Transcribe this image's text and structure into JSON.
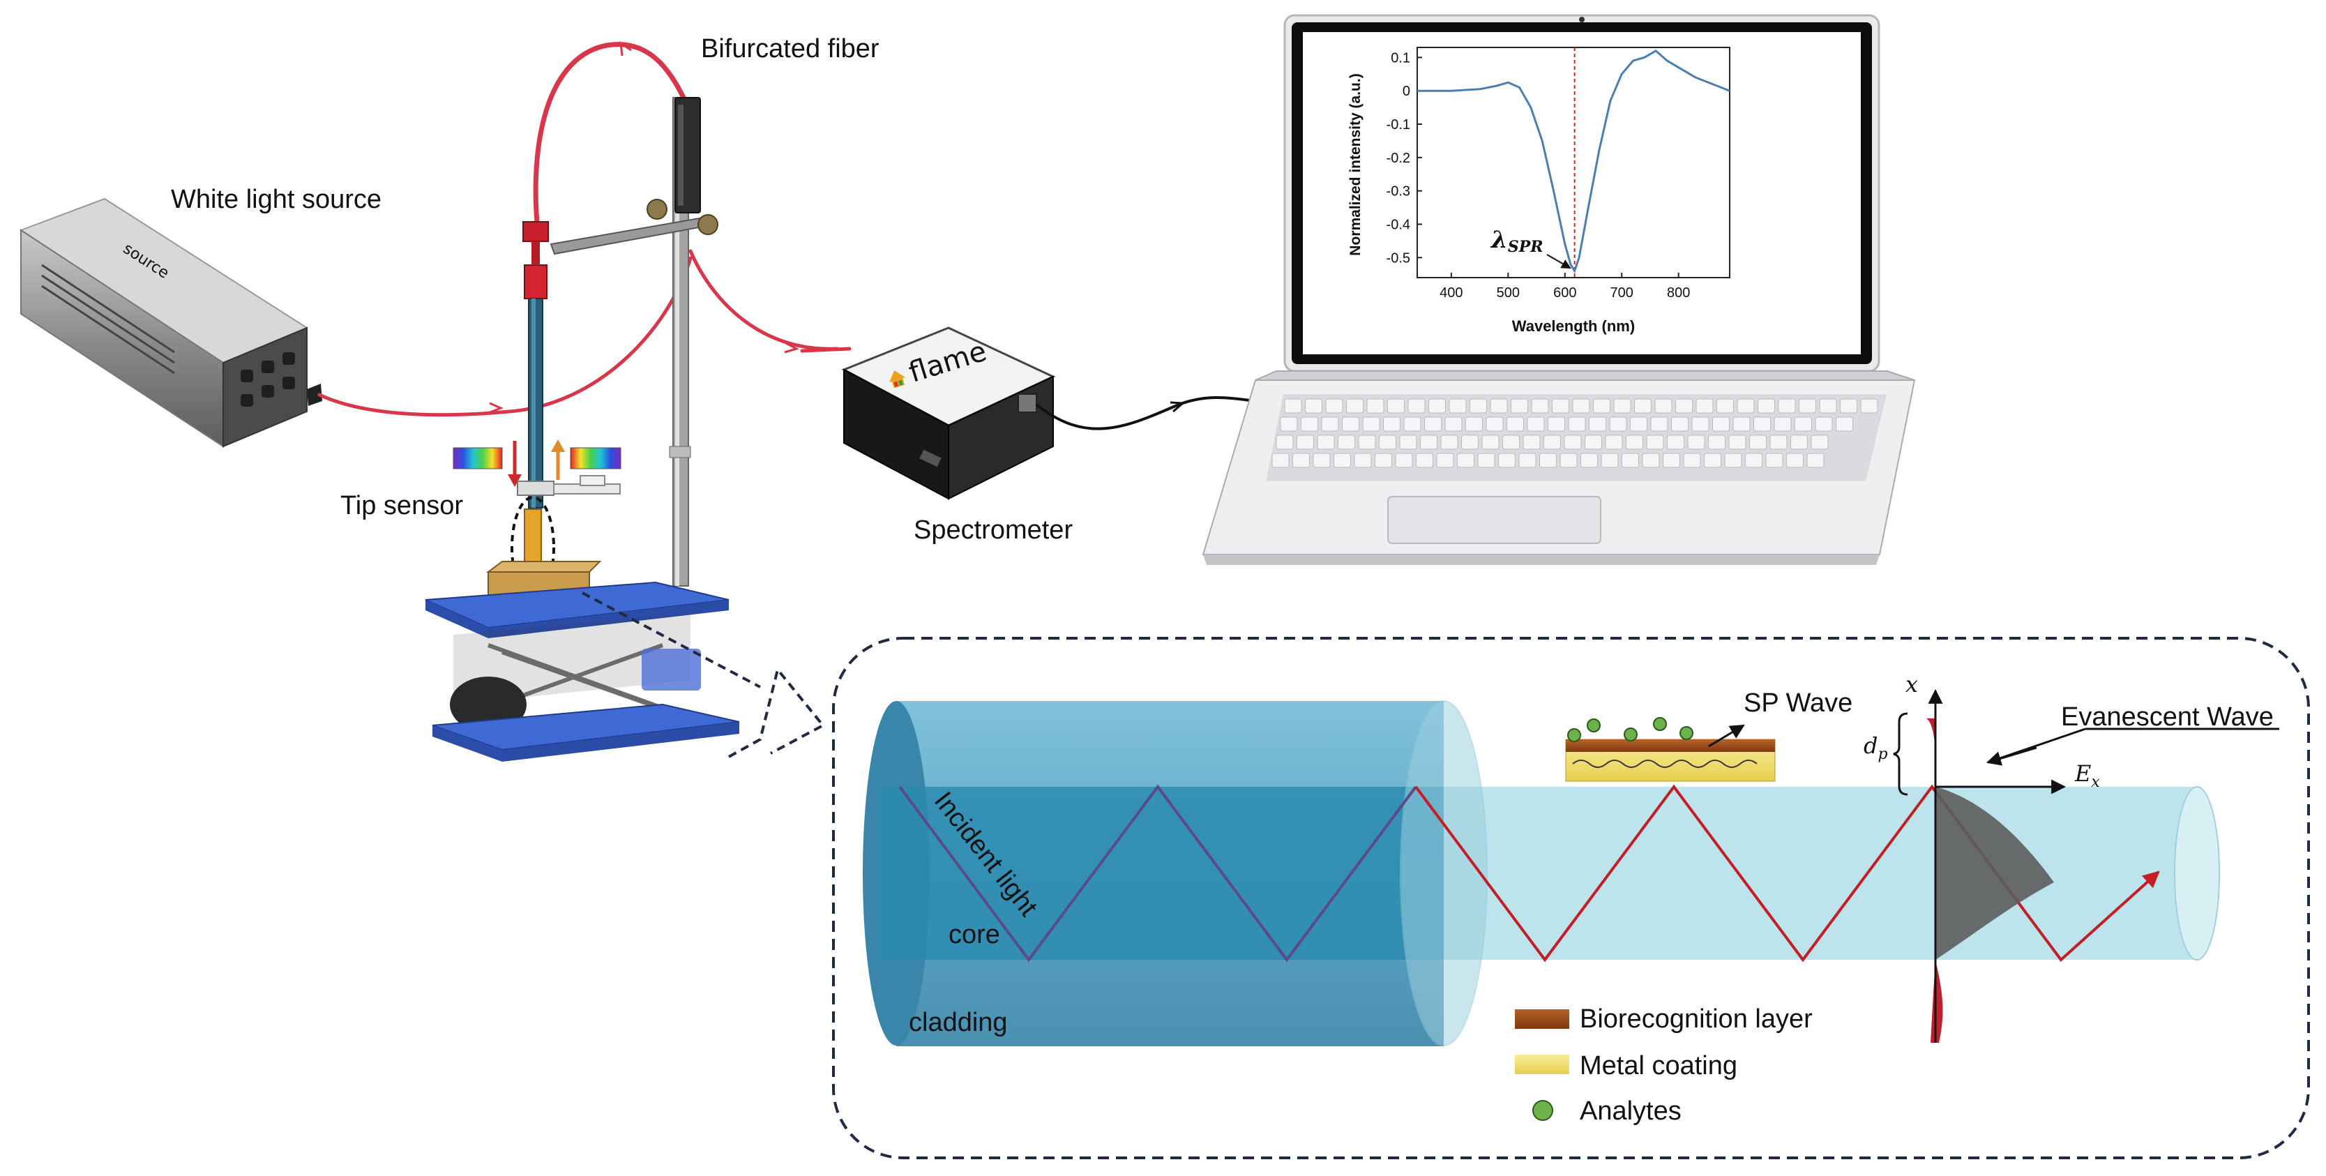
{
  "labels": {
    "white_light_source": "White light source",
    "bifurcated_fiber": "Bifurcated fiber",
    "tip_sensor": "Tip sensor",
    "spectrometer": "Spectrometer",
    "spectrometer_brand": "flame",
    "sp_wave": "SP Wave",
    "evanescent_wave": "Evanescent Wave",
    "incident_light": "Incident light",
    "core": "core",
    "cladding": "cladding",
    "axis_x": "x",
    "axis_ex": "E",
    "axis_ex_sub": "x",
    "dp": "d",
    "dp_sub": "p"
  },
  "legend": [
    {
      "label": "Biorecognition layer",
      "color": "#a0521e"
    },
    {
      "label": "Metal coating",
      "color": "#f5e27a"
    },
    {
      "label": "Analytes",
      "color": "#6db24a"
    }
  ],
  "chart_data": {
    "type": "line",
    "xlabel": "Wavelength (nm)",
    "ylabel": "Normalized intensity (a.u.)",
    "xlim": [
      340,
      890
    ],
    "ylim": [
      -0.56,
      0.13
    ],
    "xticks": [
      400,
      500,
      600,
      700,
      800
    ],
    "yticks": [
      0.1,
      0,
      -0.1,
      -0.2,
      -0.3,
      -0.4,
      -0.5
    ],
    "annotation": {
      "text": "λ",
      "sub": "SPR",
      "x": 617,
      "y": -0.54
    },
    "marker_line_x": 617,
    "series": [
      {
        "x": [
          340,
          400,
          450,
          480,
          500,
          520,
          540,
          560,
          580,
          600,
          610,
          617,
          625,
          640,
          660,
          680,
          700,
          720,
          740,
          760,
          780,
          800,
          830,
          860,
          890
        ],
        "y": [
          0.0,
          0.0,
          0.005,
          0.015,
          0.025,
          0.01,
          -0.05,
          -0.15,
          -0.3,
          -0.46,
          -0.52,
          -0.54,
          -0.5,
          -0.36,
          -0.18,
          -0.03,
          0.05,
          0.09,
          0.1,
          0.12,
          0.09,
          0.07,
          0.04,
          0.02,
          0.0
        ]
      }
    ],
    "colors": {
      "line": "#4a7fb0",
      "marker": "#cc2222"
    }
  },
  "colors": {
    "fiber_red": "#d9364a",
    "fiber_ray": "#c41e24",
    "core_dark": "#2b8bb0",
    "cladding": "#5ba7c6",
    "core_light": "#bde3ec",
    "evanescent_red": "#c2202c",
    "evanescent_gray": "#5c5c5c",
    "jack_blue": "#3a5ec2"
  }
}
